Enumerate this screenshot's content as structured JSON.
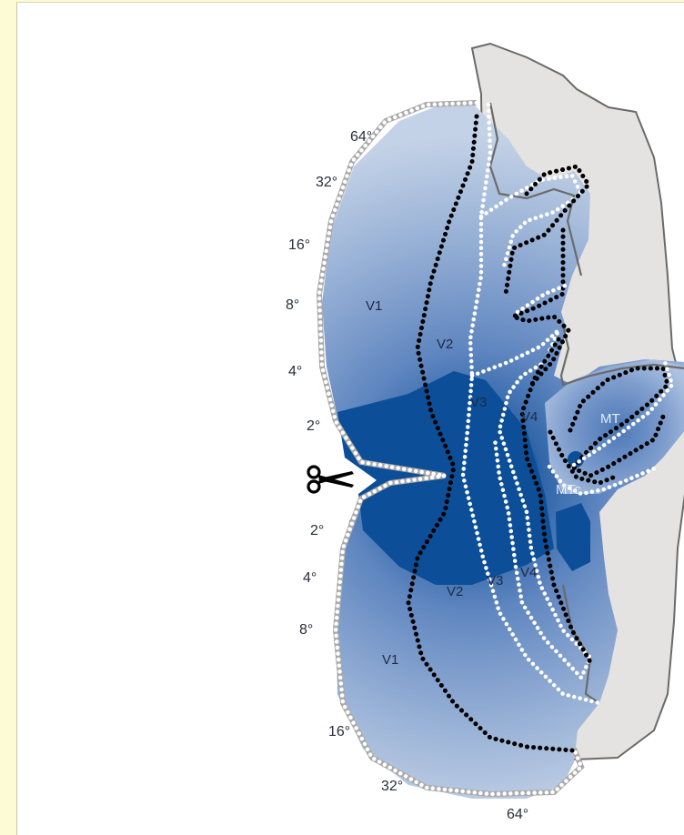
{
  "eccentricity_labels_upper": [
    "64°",
    "32°",
    "16°",
    "8°",
    "4°",
    "2°"
  ],
  "eccentricity_labels_lower": [
    "2°",
    "4°",
    "8°",
    "16°",
    "32°",
    "64°"
  ],
  "areas": {
    "v1_upper": "V1",
    "v2_upper": "V2",
    "v3_upper": "V3",
    "v4_upper": "V4",
    "mt": "MT",
    "mtc": "MTc",
    "v3_lower": "V3",
    "v4_lower": "V4",
    "v2_lower": "V2",
    "v1_lower": "V1"
  },
  "icons": {
    "cut_marker": "scissors-icon"
  },
  "colors": {
    "cortex_background": "#e5e3e1",
    "fovea_blue": "#0c4f98",
    "mid_blue": "#5f86c0",
    "periphery_blue": "#b7c9e2",
    "page_border": "#fdfbd6"
  }
}
